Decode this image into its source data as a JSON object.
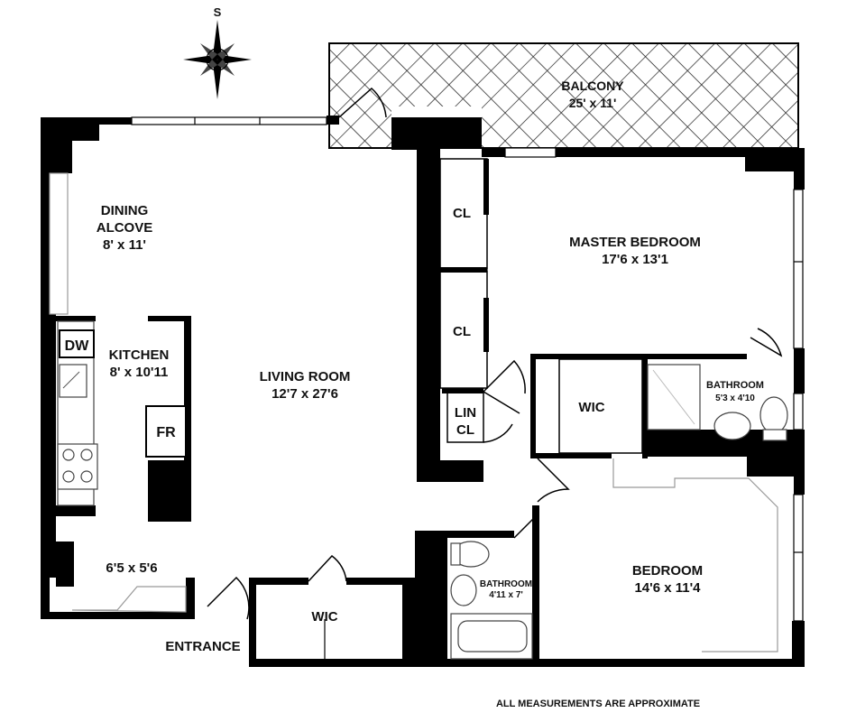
{
  "compass": {
    "label": "S",
    "icon": "compass-rose-icon"
  },
  "rooms": {
    "balcony": {
      "name": "BALCONY",
      "dims": "25' x 11'"
    },
    "dining": {
      "name_line1": "DINING",
      "name_line2": "ALCOVE",
      "dims": "8' x 11'"
    },
    "kitchen": {
      "name": "KITCHEN",
      "dims": "8' x 10'11"
    },
    "dishwasher": "DW",
    "fridge": "FR",
    "living": {
      "name": "LIVING ROOM",
      "dims": "12'7 x 27'6"
    },
    "master": {
      "name": "MASTER BEDROOM",
      "dims": "17'6 x 13'1"
    },
    "closet1": "CL",
    "closet2": "CL",
    "linen_line1": "LIN",
    "linen_line2": "CL",
    "wic_master": "WIC",
    "bath_master": {
      "name": "BATHROOM",
      "dims": "5'3 x 4'10"
    },
    "foyer": {
      "dims": "6'5 x 5'6"
    },
    "wic_entry": "WIC",
    "bath_hall": {
      "name": "BATHROOM",
      "dims": "4'11 x 7'"
    },
    "bedroom": {
      "name": "BEDROOM",
      "dims": "14'6 x 11'4"
    }
  },
  "entrance_label": "ENTRANCE",
  "footer_note": "ALL MEASUREMENTS ARE APPROXIMATE"
}
